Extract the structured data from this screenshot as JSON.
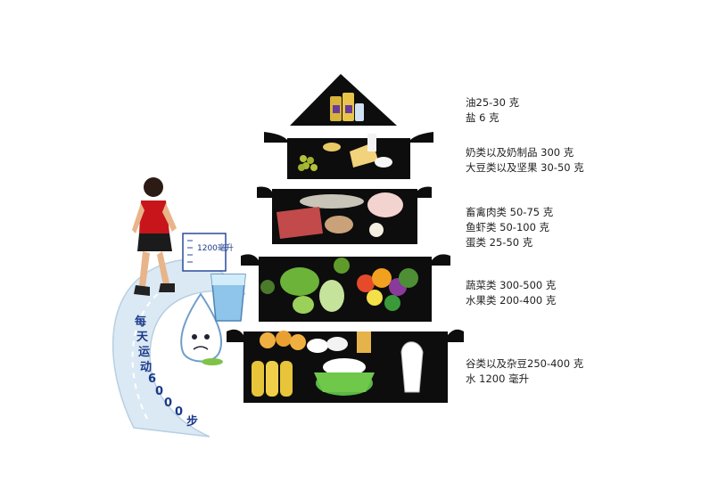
{
  "tiers": [
    {
      "key": "oil",
      "lines": [
        "油25-30 克",
        "盐 6 克"
      ]
    },
    {
      "key": "dairy",
      "lines": [
        "奶类以及奶制品 300 克",
        "大豆类以及坚果 30-50 克"
      ]
    },
    {
      "key": "meat",
      "lines": [
        "畜禽肉类 50-75 克",
        "鱼虾类 50-100 克",
        "蛋类 25-50 克"
      ]
    },
    {
      "key": "veg",
      "lines": [
        "蔬菜类 300-500 克",
        "水果类 200-400 克"
      ]
    },
    {
      "key": "grain",
      "lines": [
        "谷类以及杂豆250-400 克",
        "水   1200 毫升"
      ]
    }
  ],
  "exercise": {
    "chars": [
      "每",
      "天",
      "运",
      "动",
      "6",
      "0",
      "0",
      "0",
      "步"
    ]
  },
  "cup": {
    "label": "1200毫升"
  },
  "colors": {
    "pyramid": "#0d0d0d",
    "path": "#d9e8f3",
    "accent": "#1a3a8a"
  }
}
